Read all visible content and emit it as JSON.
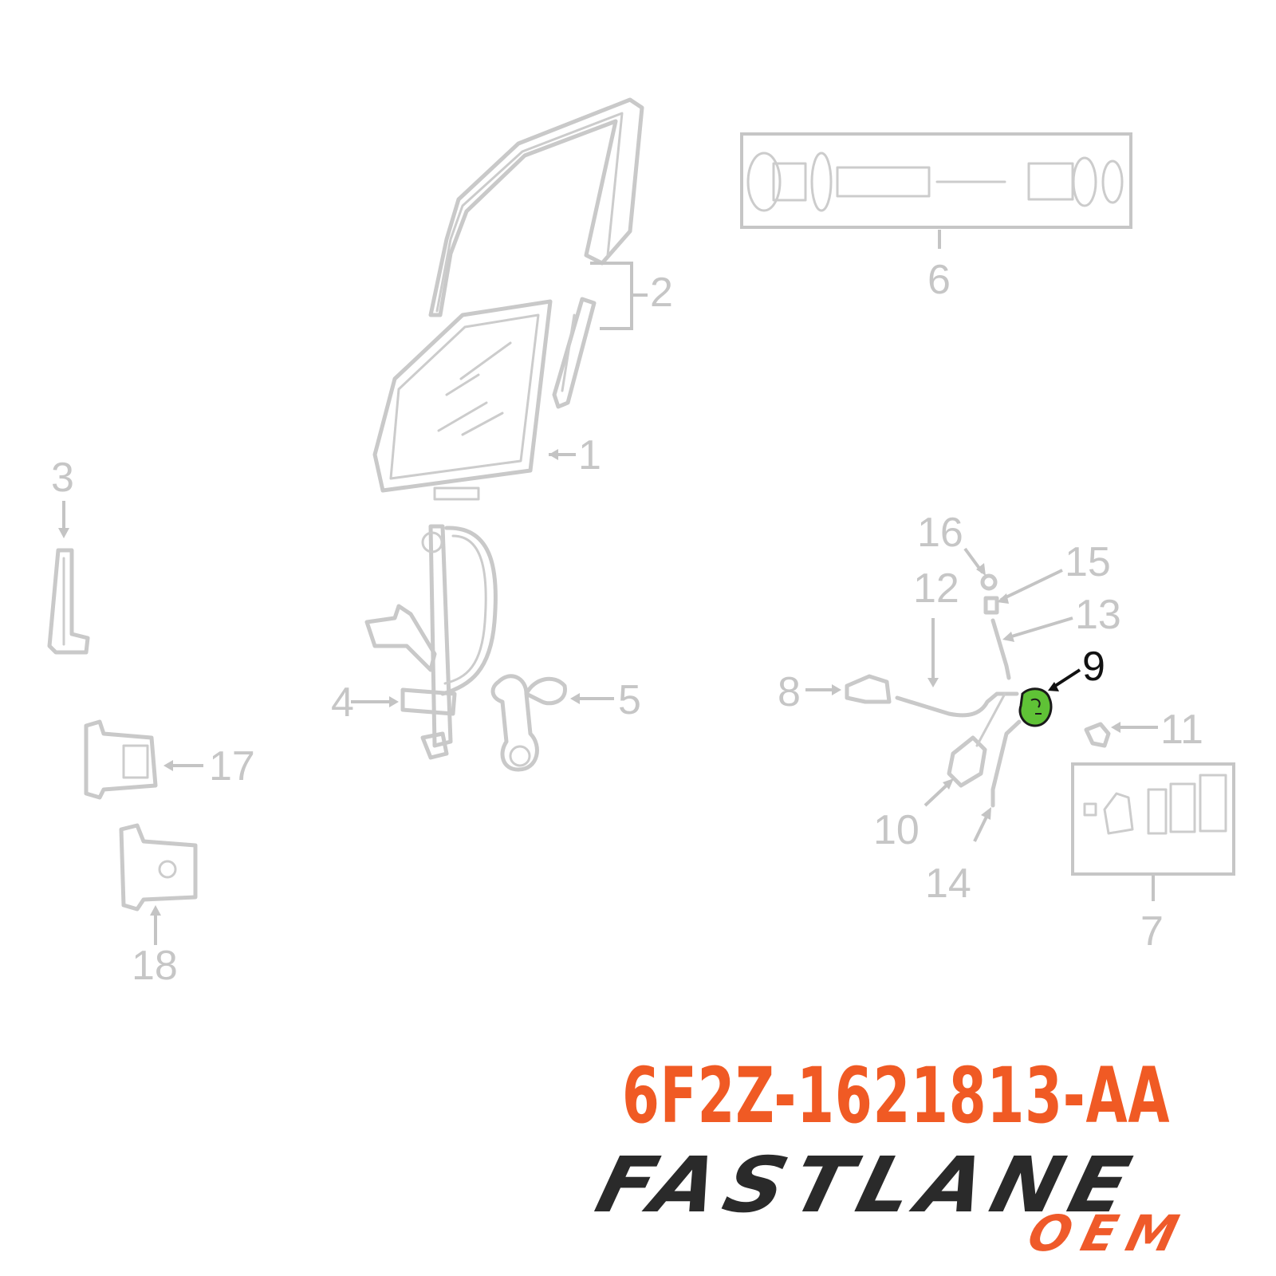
{
  "diagram": {
    "highlight_color": "#5fc236",
    "callouts": {
      "c1": "1",
      "c2": "2",
      "c3": "3",
      "c4": "4",
      "c5": "5",
      "c6": "6",
      "c7": "7",
      "c8": "8",
      "c9": "9",
      "c10": "10",
      "c11": "11",
      "c12": "12",
      "c13": "13",
      "c14": "14",
      "c15": "15",
      "c16": "16",
      "c17": "17",
      "c18": "18"
    },
    "highlighted_callout": "9"
  },
  "part_number": "6F2Z-1621813-AA",
  "brand": {
    "name": "FASTLANE",
    "sub": "OEM",
    "name_color": "#2a2a2a",
    "sub_color": "#ef5a2a"
  }
}
